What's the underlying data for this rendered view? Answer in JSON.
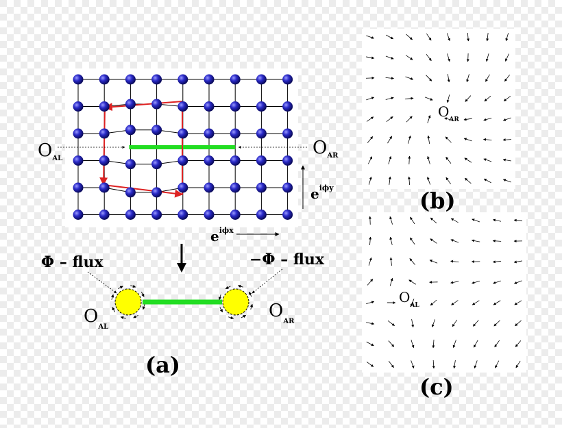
{
  "panels": {
    "a": {
      "caption": "(a)",
      "operator_symbol": "O",
      "left_subscript": "AL",
      "right_subscript": "AR",
      "phase_symbol": "e",
      "phase_x_exponent": "iϕx",
      "phase_y_exponent": "iϕy",
      "left_flux_label": "Φ – flux",
      "right_flux_label": "−Φ – flux"
    },
    "b": {
      "caption": "(b)",
      "operator_symbol": "O",
      "subscript": "AR"
    },
    "c": {
      "caption": "(c)",
      "operator_symbol": "O",
      "subscript": "AL"
    }
  },
  "lattice": {
    "columns": 9,
    "rows": 6
  },
  "colors": {
    "site": "#1a1aa8",
    "string": "#22dd22",
    "loop": "#dd2222",
    "vortex": "#ffff00"
  }
}
